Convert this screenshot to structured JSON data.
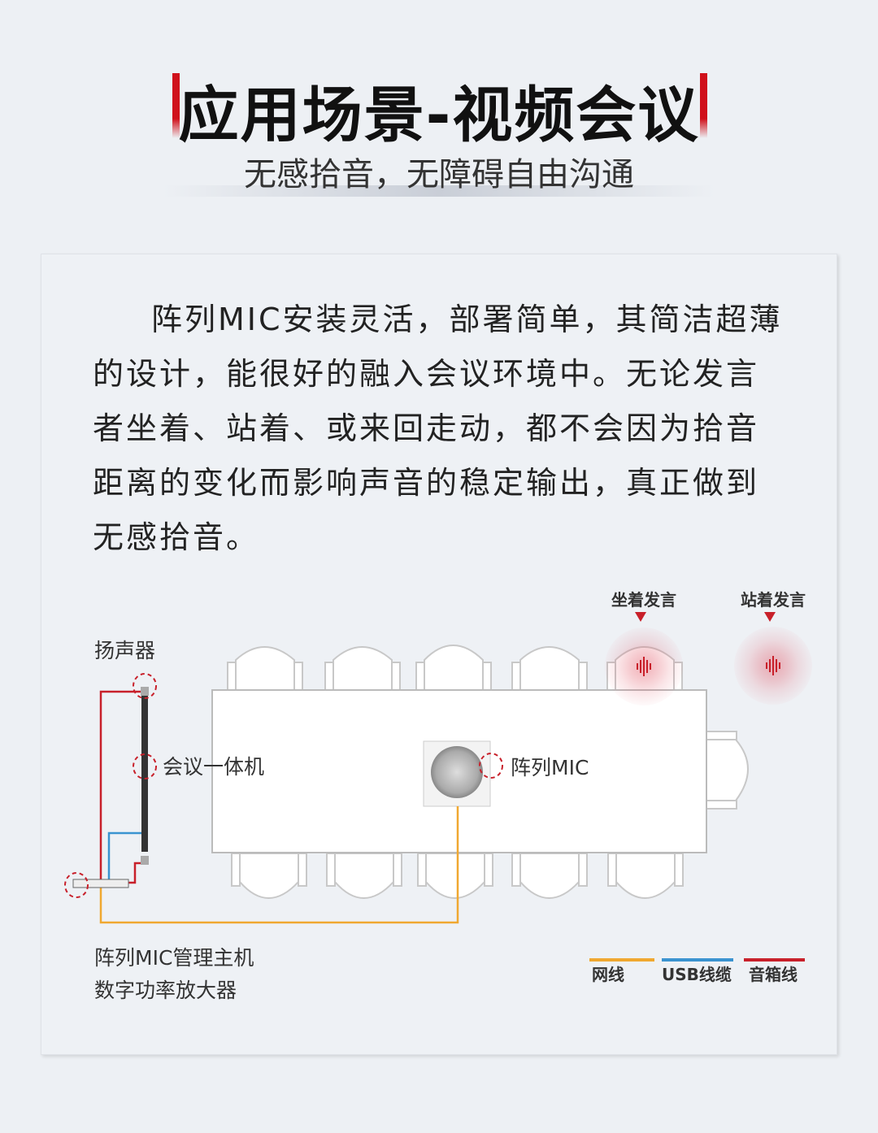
{
  "header": {
    "title": "应用场景-视频会议",
    "subtitle": "无感拾音，无障碍自由沟通"
  },
  "body_text": "阵列MIC安装灵活，部署简单，其简洁超薄的设计，能很好的融入会议环境中。无论发言者坐着、站着、或来回走动，都不会因为拾音距离的变化而影响声音的稳定输出，真正做到无感拾音。",
  "diagram": {
    "labels": {
      "speaker": "扬声器",
      "conference_unit": "会议一体机",
      "array_mic": "阵列MIC",
      "host_line1": "阵列MIC管理主机",
      "host_line2": "数字功率放大器",
      "sitting": "坐着发言",
      "standing": "站着发言"
    },
    "legend": [
      {
        "label": "网线",
        "color": "#f0a830"
      },
      {
        "label": "USB线缆",
        "color": "#3a93d0"
      },
      {
        "label": "音箱线",
        "color": "#c8202a"
      }
    ]
  },
  "colors": {
    "accent": "#d0111b"
  }
}
